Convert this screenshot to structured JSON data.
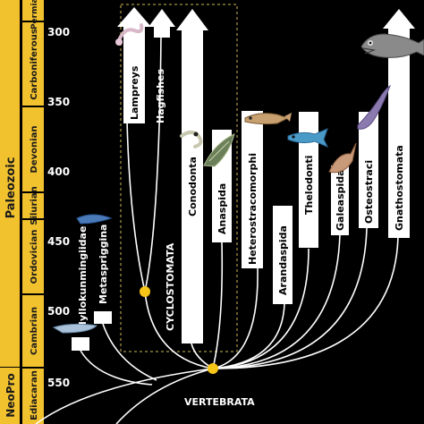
{
  "time_axis": {
    "ticks": [
      "300",
      "350",
      "400",
      "450",
      "500",
      "550"
    ],
    "eras": [
      "Paleozoic",
      "NeoPro"
    ],
    "periods": [
      "Permian",
      "Carboniferous",
      "Devonian",
      "Silurian",
      "Ordovician",
      "Cambrian",
      "Ediacaran"
    ]
  },
  "clades": {
    "root": "VERTEBRATA",
    "cyclostomata": "CYCLOSTOMATA"
  },
  "taxa": [
    "Lampreys",
    "Hagfishes",
    "Conodonta",
    "Anaspida",
    "Heterostracomorphi",
    "Arandaspida",
    "Thelodonti",
    "Galeaspida",
    "Osteostraci",
    "Gnathostomata",
    "Myllokunmingiidae",
    "Metaspriggina"
  ],
  "colors": {
    "timescale_gold": "#f2c12e",
    "background": "#000000",
    "node_dot": "#f5c518",
    "box_dashed": "#8a7a3a"
  }
}
